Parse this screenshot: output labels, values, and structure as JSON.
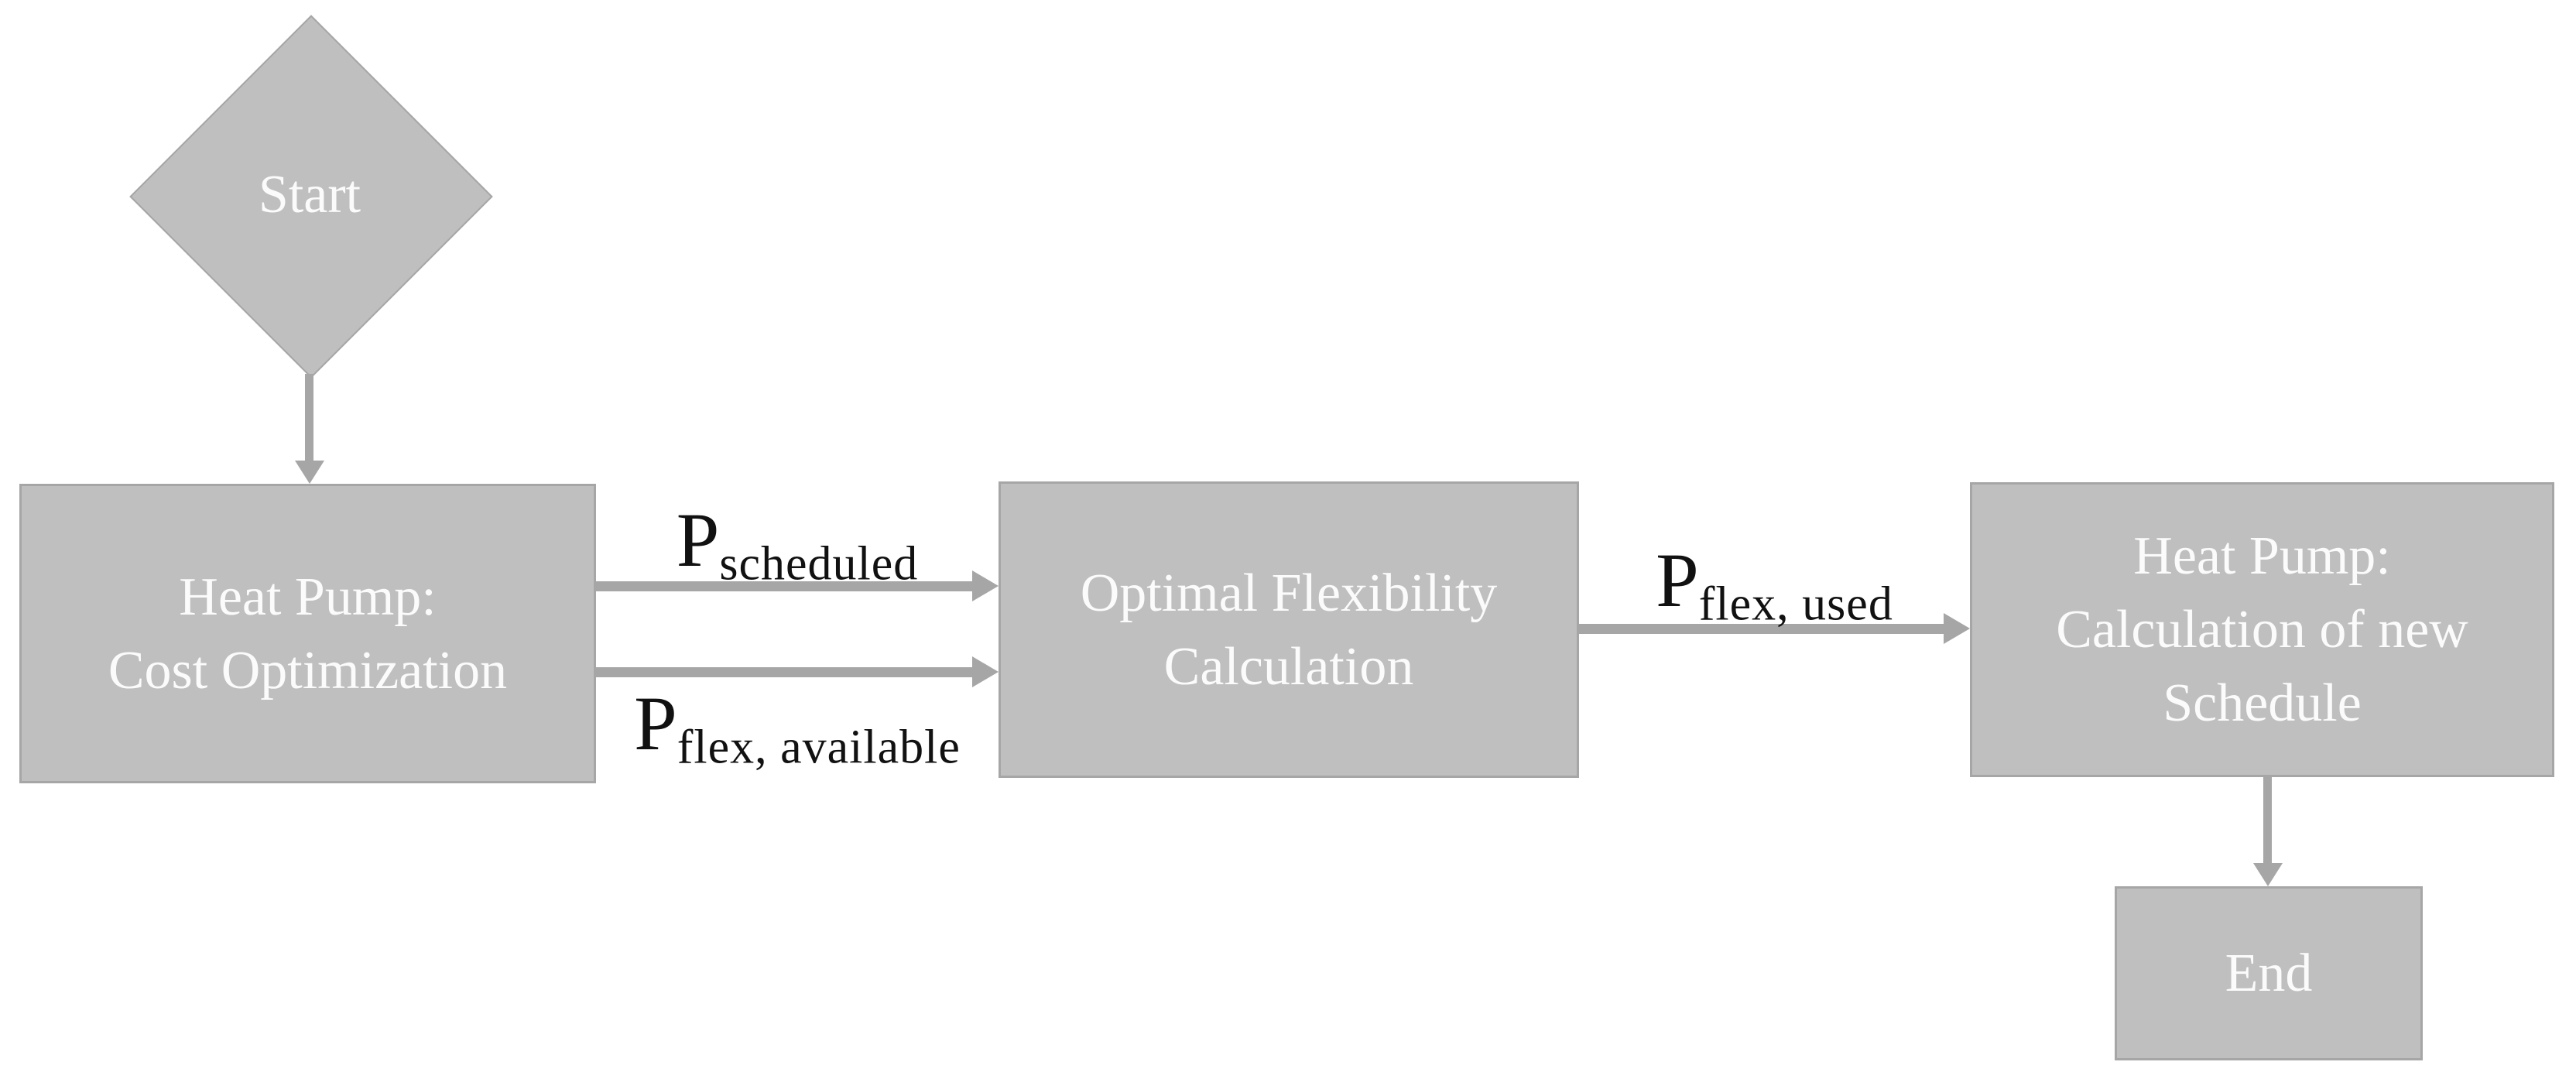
{
  "diagram": {
    "type": "flowchart",
    "background_color": "#ffffff",
    "colors": {
      "node_fill": "#bfbfbf",
      "node_border": "#a6a6a6",
      "arrow": "#a6a6a6",
      "node_text": "#fbfbfb",
      "edge_label_text": "#111111"
    },
    "nodes": {
      "start": {
        "shape": "diamond",
        "label": "Start"
      },
      "cost_optimization": {
        "shape": "rectangle",
        "lines": [
          "Heat Pump:",
          "Cost Optimization"
        ]
      },
      "flexibility_calculation": {
        "shape": "rectangle",
        "lines": [
          "Optimal Flexibility",
          "Calculation"
        ]
      },
      "new_schedule": {
        "shape": "rectangle",
        "lines": [
          "Heat Pump:",
          "Calculation of new",
          "Schedule"
        ]
      },
      "end": {
        "shape": "rectangle",
        "label": "End"
      }
    },
    "edges": {
      "start_to_cost_optimization": {
        "direction": "down"
      },
      "scheduled": {
        "direction": "right",
        "base": "P",
        "subscript": "scheduled"
      },
      "flex_available": {
        "direction": "right",
        "base": "P",
        "subscript": "flex, available"
      },
      "flex_used": {
        "direction": "right",
        "base": "P",
        "subscript": "flex, used"
      },
      "new_schedule_to_end": {
        "direction": "down"
      }
    }
  }
}
